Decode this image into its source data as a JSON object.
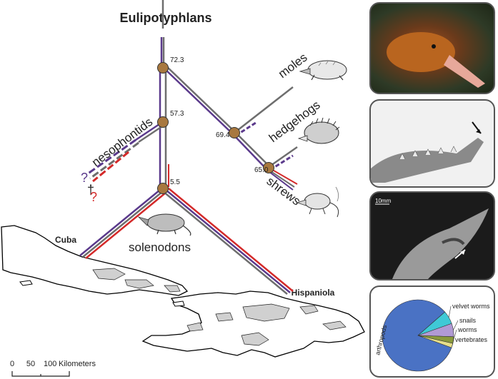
{
  "title": "Eulipotyphlans",
  "clades": {
    "moles": "moles",
    "hedgehogs": "hedgehogs",
    "shrews": "shrews",
    "nesophontids": "nesophontids",
    "solenodons": "solenodons"
  },
  "node_ages": [
    "72.3",
    "57.3",
    "69.4",
    "65.0",
    "5.5"
  ],
  "question_marks": [
    "?",
    "?"
  ],
  "dagger": "†",
  "islands": {
    "cuba": "Cuba",
    "hispaniola": "Hispaniola"
  },
  "scale_bar": {
    "ticks": [
      "0",
      "50",
      "100"
    ],
    "unit": "Kilometers"
  },
  "panel_scale": "10mm",
  "colors": {
    "purple": "#5b3a8c",
    "gray": "#6e6e6e",
    "red": "#d42a2a",
    "node": "#a8783f",
    "pie_main": "#4a72c4"
  },
  "diet_pie": {
    "type": "pie",
    "labels": [
      "arthropods",
      "velvet worms",
      "snails",
      "worms",
      "vertebrates"
    ],
    "values": [
      83,
      6,
      6,
      3,
      2
    ],
    "colors": [
      "#4a72c4",
      "#3fc9d6",
      "#b19ad4",
      "#8a9a3c",
      "#e6df8a"
    ]
  }
}
